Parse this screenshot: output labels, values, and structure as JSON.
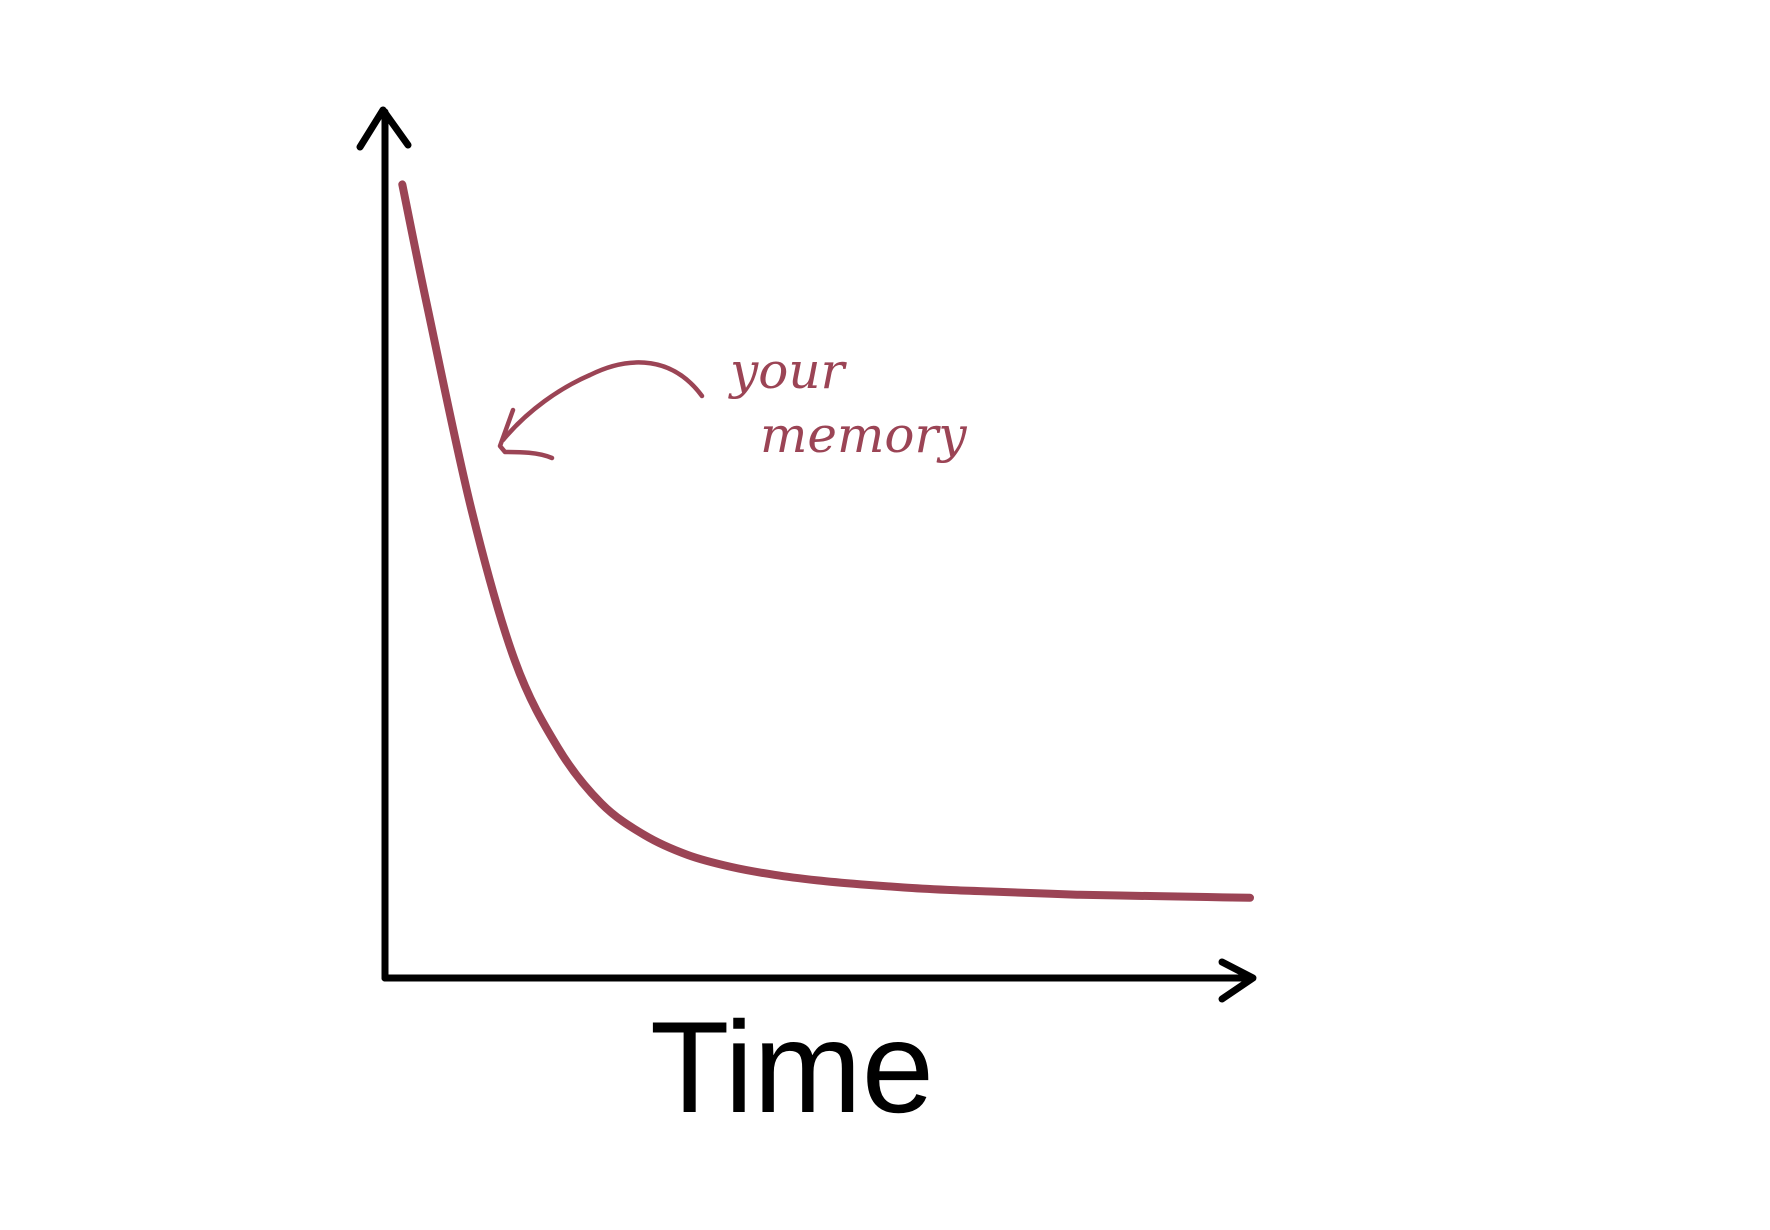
{
  "colors": {
    "axis": "#000000",
    "series": "#9b4455",
    "background": "#ffffff"
  },
  "chart_data": {
    "type": "line",
    "title": "",
    "xlabel": "Time",
    "ylabel": "",
    "grid": false,
    "legend": "none",
    "x": [
      0.2,
      0.5,
      1,
      1.5,
      2,
      2.5,
      3,
      3.5,
      4,
      4.5,
      5,
      5.5,
      6,
      6.5,
      7,
      7.5,
      8,
      8.5,
      9,
      9.5,
      10
    ],
    "series": [
      {
        "values": [
          100,
          84,
          59,
          40,
          29,
          22,
          18,
          15.5,
          14,
          13,
          12.3,
          11.8,
          11.4,
          11.1,
          10.9,
          10.7,
          10.5,
          10.4,
          10.3,
          10.2,
          10.1
        ]
      }
    ],
    "xlim": [
      0,
      10
    ],
    "ylim": [
      0,
      110
    ],
    "annotations": [
      {
        "text": "your memory",
        "points_to": "series"
      }
    ]
  }
}
